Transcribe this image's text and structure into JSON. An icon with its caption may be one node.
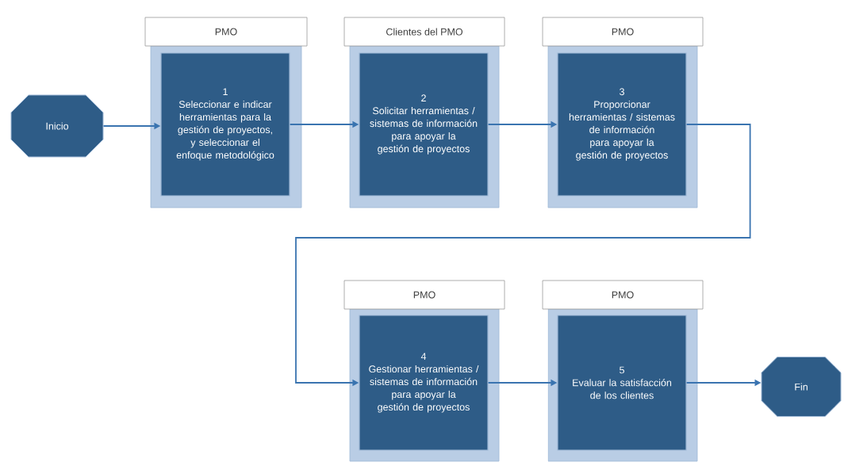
{
  "diagram": {
    "nodes": [
      {
        "text": [
          "Inicio"
        ]
      },
      {
        "text": [
          "PMO"
        ]
      },
      {
        "text": [
          "1",
          "Seleccionar e indicar herramientas para la gestión de proyectos, y seleccionar el enfoque metodológico"
        ],
        "in": 1
      },
      {
        "text": [
          "Clientes del PMO"
        ]
      },
      {
        "text": [
          "2",
          "Solicitar herramientas / sistemas de información para apoyar la gestión de proyectos"
        ],
        "in": 3
      },
      {
        "text": [
          "PMO"
        ]
      },
      {
        "text": [
          "3",
          "Proporcionar herramientas / sistemas de información para apoyar la gestión de proyectos"
        ],
        "in": 5
      },
      {
        "text": [
          "PMO"
        ]
      },
      {
        "text": [
          "4",
          "Gestionar herramientas / sistemas de información para apoyar la gestión de proyectos"
        ],
        "in": 7
      },
      {
        "text": [
          "PMO"
        ]
      },
      {
        "text": [
          "5",
          "Evaluar la satisfacción de los clientes"
        ],
        "in": 9
      },
      {
        "text": [
          "Fin"
        ]
      }
    ],
    "edges": [
      {
        "from": 0,
        "to": 2,
        "arrow": "to"
      },
      {
        "from": 2,
        "to": 4,
        "arrow": "to"
      },
      {
        "from": 4,
        "to": 6,
        "arrow": "to"
      },
      {
        "from": 6,
        "to": 8,
        "arrow": "to"
      },
      {
        "from": 8,
        "to": 10,
        "arrow": "to"
      },
      {
        "from": 10,
        "to": 11,
        "arrow": "to"
      }
    ]
  }
}
